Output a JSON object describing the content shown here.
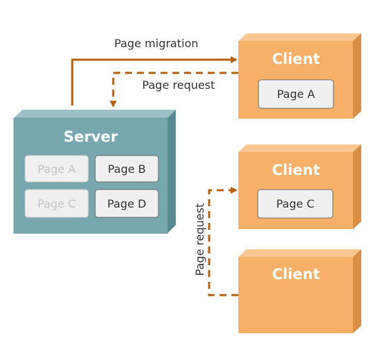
{
  "colors": {
    "server_front": "#78a7b0",
    "server_top": "#9ec1c8",
    "server_side": "#5b8993",
    "client_front": "#f6b068",
    "client_top": "#f9c78f",
    "client_side": "#d98f43",
    "arrow": "#b5600e",
    "page_fill": "#f0f0f0",
    "page_border": "#6a6a6a",
    "page_faded_border": "#c9c9c9"
  },
  "server": {
    "title": "Server",
    "pages": [
      {
        "label": "Page A",
        "faded": true
      },
      {
        "label": "Page B",
        "faded": false
      },
      {
        "label": "Page C",
        "faded": true
      },
      {
        "label": "Page D",
        "faded": false
      }
    ]
  },
  "clients": [
    {
      "title": "Client",
      "page": "Page A"
    },
    {
      "title": "Client",
      "page": "Page C"
    },
    {
      "title": "Client",
      "page": ""
    }
  ],
  "edges": {
    "migration": "Page migration",
    "request_top": "Page request",
    "request_side": "Page request"
  }
}
